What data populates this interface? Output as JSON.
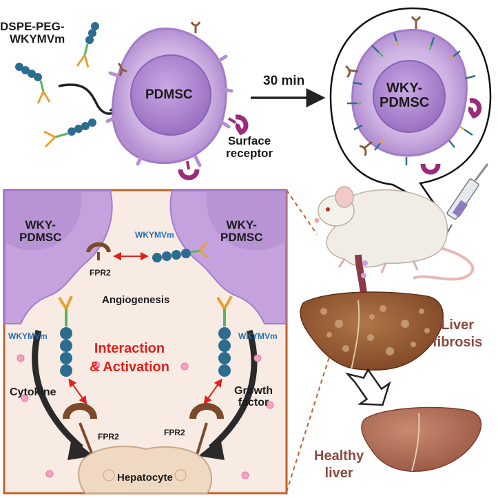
{
  "top": {
    "conjugate_label_line1": "DSPE-PEG-",
    "conjugate_label_line2": "WKYMVm",
    "cell_label": "PDMSC",
    "time_label": "30 min",
    "receptor_label_line1": "Surface",
    "receptor_label_line2": "receptor",
    "modified_cell_line1": "WKY-",
    "modified_cell_line2": "PDMSC"
  },
  "panel": {
    "left_cell_line1": "WKY-",
    "left_cell_line2": "PDMSC",
    "right_cell_line1": "WKY-",
    "right_cell_line2": "PDMSC",
    "peptide_label_top": "WKYMVm",
    "peptide_label_left": "WKYMVm",
    "peptide_label_right": "WKYMVm",
    "fpr2_top": "FPR2",
    "angiogenesis": "Angiogenesis",
    "interaction_line1": "Interaction",
    "interaction_line2": "& Activation",
    "cytokine": "Cytokine",
    "growth_line1": "Growth",
    "growth_line2": "factor",
    "fpr2_left": "FPR2",
    "fpr2_right": "FPR2",
    "hepatocyte": "Hepatocyte"
  },
  "right": {
    "fibrosis_line1": "Liver",
    "fibrosis_line2": "fibrosis",
    "healthy_line1": "Healthy",
    "healthy_line2": "liver"
  },
  "colors": {
    "cell_purple": "#b68fd0",
    "nucleus_purple": "#a37cc8",
    "receptor_purple": "#9b2a7a",
    "peptide_blue": "#2c6d8f",
    "linker_green": "#5bb35b",
    "lipid_orange": "#e8a030",
    "panel_border": "#c0622a",
    "panel_bg": "#f8ebe3",
    "accent_red": "#e0201b",
    "label_blue": "#1f6fbf",
    "liver_brown": "#8a4a3e"
  }
}
